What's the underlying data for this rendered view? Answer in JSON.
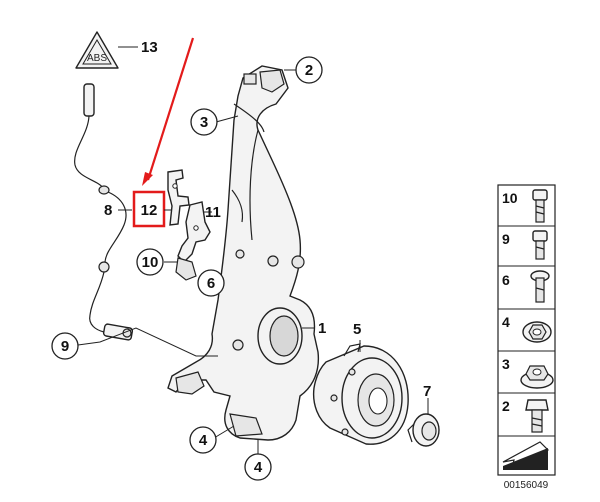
{
  "callouts": {
    "c1": "1",
    "c2": "2",
    "c3": "3",
    "c4a": "4",
    "c4b": "4",
    "c5": "5",
    "c6": "6",
    "c7": "7",
    "c8": "8",
    "c9": "9",
    "c10": "10",
    "c11": "11",
    "c12": "12",
    "c13": "13"
  },
  "warning_symbol": "ABS",
  "legend": {
    "items": [
      "10",
      "9",
      "6",
      "4",
      "3",
      "2"
    ]
  },
  "diagram_number": "00156049",
  "highlight_color": "#e31b1b"
}
